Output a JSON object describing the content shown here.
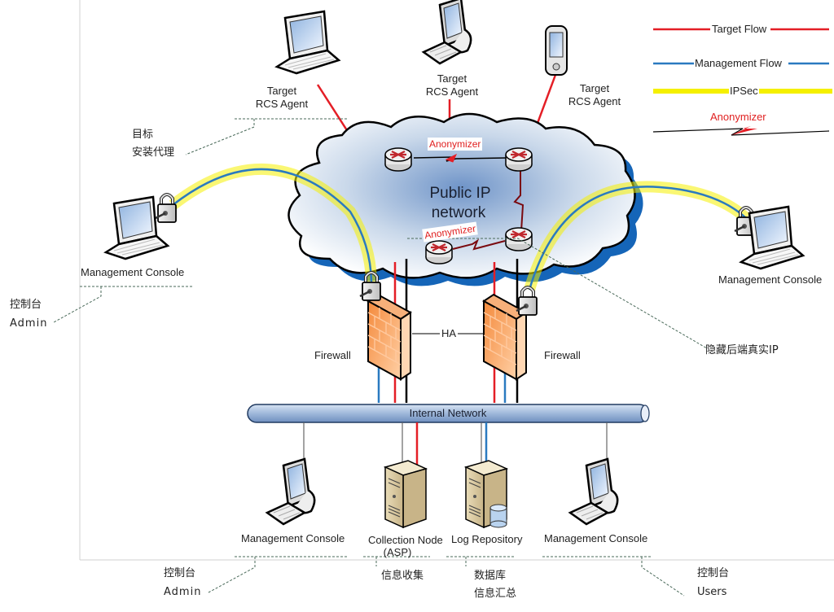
{
  "legend": {
    "items": [
      {
        "label": "Target Flow",
        "color": "#e41e26",
        "style": "line"
      },
      {
        "label": "Management Flow",
        "color": "#2a7ac0",
        "style": "line"
      },
      {
        "label": "IPSec",
        "color": "#f5f000",
        "style": "thick-line"
      },
      {
        "label": "Anonymizer",
        "color": "#e41e26",
        "style": "zigzag"
      }
    ]
  },
  "cloud": {
    "title_line1": "Public IP",
    "title_line2": "network",
    "anonymizer_label_top": "Anonymizer",
    "anonymizer_label_bottom": "Anonymizer"
  },
  "targets": [
    {
      "line1": "Target",
      "line2": "RCS Agent",
      "device": "laptop"
    },
    {
      "line1": "Target",
      "line2": "RCS Agent",
      "device": "desktop"
    },
    {
      "line1": "Target",
      "line2": "RCS Agent",
      "device": "pda"
    }
  ],
  "remote_consoles": {
    "left": "Management Console",
    "right": "Management Console"
  },
  "firewalls": {
    "left": "Firewall",
    "right": "Firewall",
    "ha_label": "HA"
  },
  "internal_network": "Internal Network",
  "internal_nodes": [
    {
      "label": "Management Console",
      "device": "desktop"
    },
    {
      "label_line1": "Collection Node",
      "label_line2": "(ASP)",
      "device": "server"
    },
    {
      "label": "Log Repository",
      "device": "server-db"
    },
    {
      "label": "Management Console",
      "device": "desktop"
    }
  ],
  "annotations": {
    "target_agent_cn_line1": "目标",
    "target_agent_cn_line2": "安装代理",
    "left_admin_cn": "控制台",
    "left_admin_en": "Admin",
    "hide_ip_cn": "隐藏后端真实IP",
    "bottom_admin_cn": "控制台",
    "bottom_admin_en": "Admin",
    "collect_cn": "信息收集",
    "db_cn_line1": "数据库",
    "db_cn_line2": "信息汇总",
    "users_cn": "控制台",
    "users_en": "Users"
  },
  "colors": {
    "target_flow": "#e41e26",
    "management_flow": "#2a7ac0",
    "ipsec": "#f5f000",
    "firewall": "#f07a2a",
    "cloud_shadow": "#1565b8",
    "network_bus": "#9fb8da"
  }
}
